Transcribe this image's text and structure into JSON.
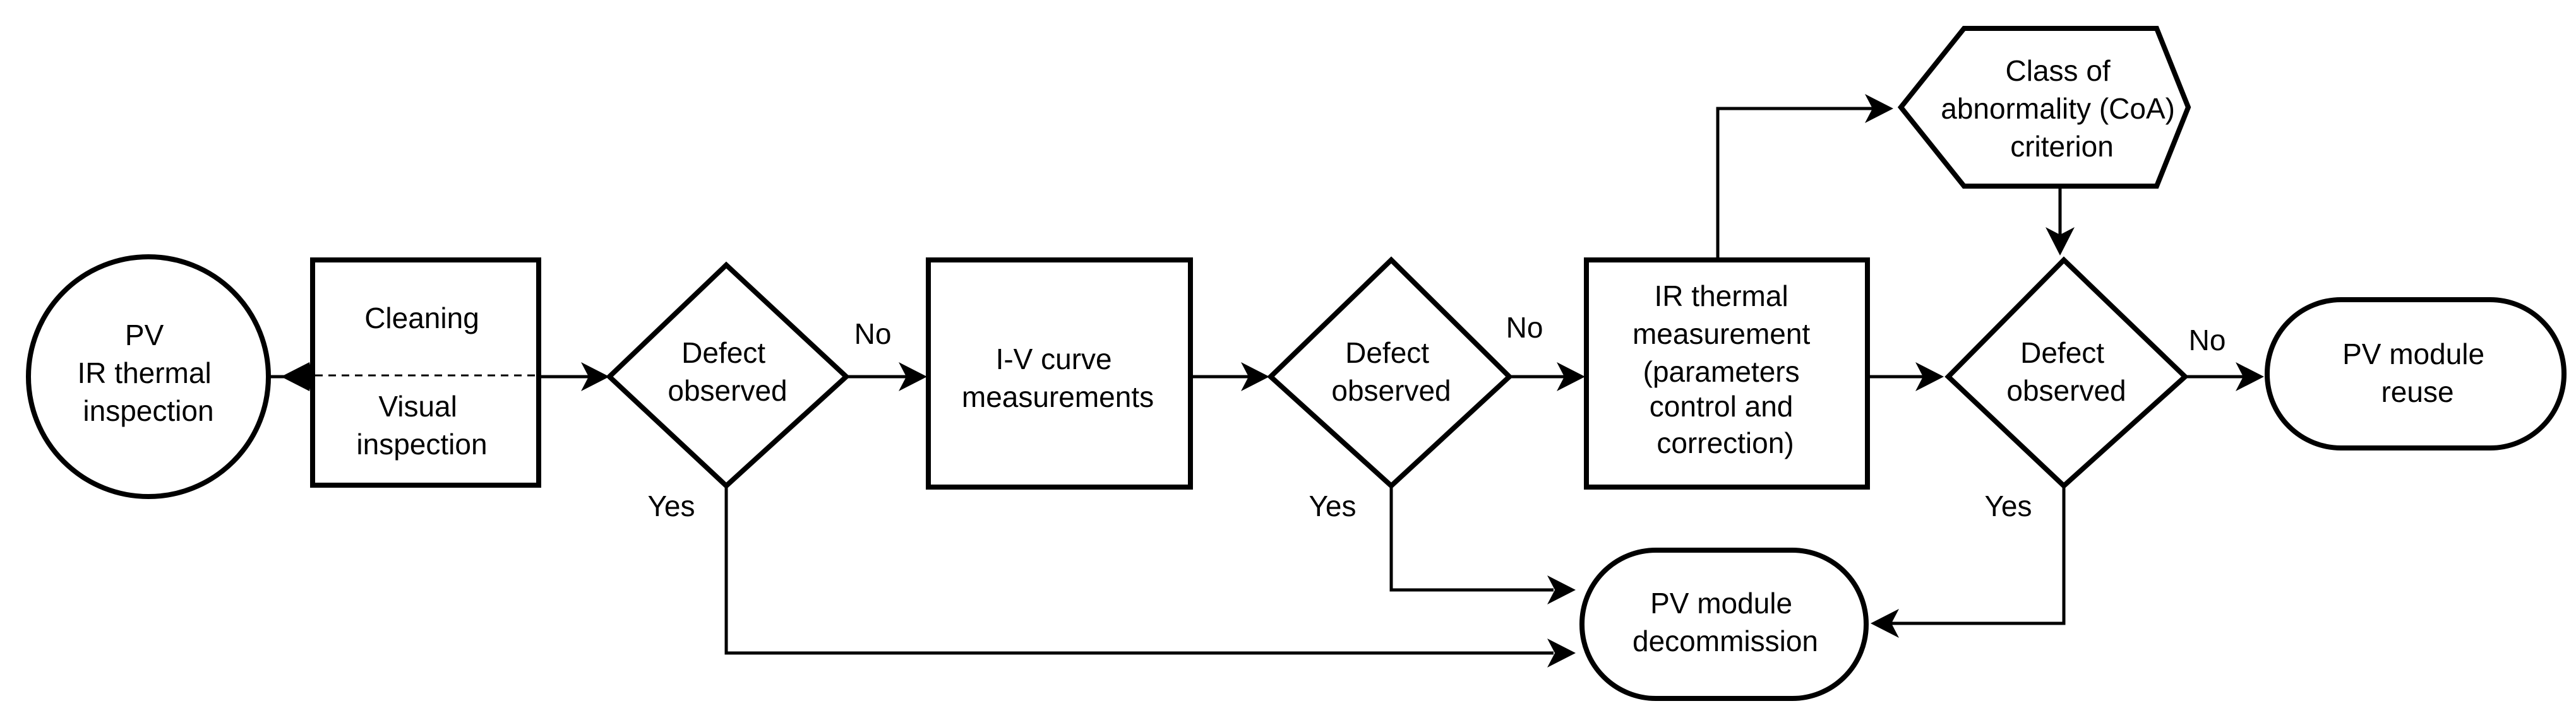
{
  "nodes": {
    "start": [
      "PV",
      "IR thermal",
      "inspection"
    ],
    "cleaning": "Cleaning",
    "visual": [
      "Visual",
      "inspection"
    ],
    "decision_1": [
      "Defect",
      "observed"
    ],
    "iv_curve": [
      "I-V curve",
      "measurements"
    ],
    "decision_2": [
      "Defect",
      "observed"
    ],
    "ir_measure": [
      "IR thermal",
      "measurement",
      "(parameters",
      "control and",
      "correction)"
    ],
    "coa": [
      "Class of",
      "abnormality (CoA)",
      "criterion"
    ],
    "decision_3": [
      "Defect",
      "observed"
    ],
    "reuse": [
      "PV module",
      "reuse"
    ],
    "decommission": [
      "PV module",
      "decommission"
    ]
  },
  "edge_labels": {
    "no": "No",
    "yes": "Yes"
  },
  "colors": {
    "stroke": "#000000",
    "fill": "#ffffff"
  }
}
